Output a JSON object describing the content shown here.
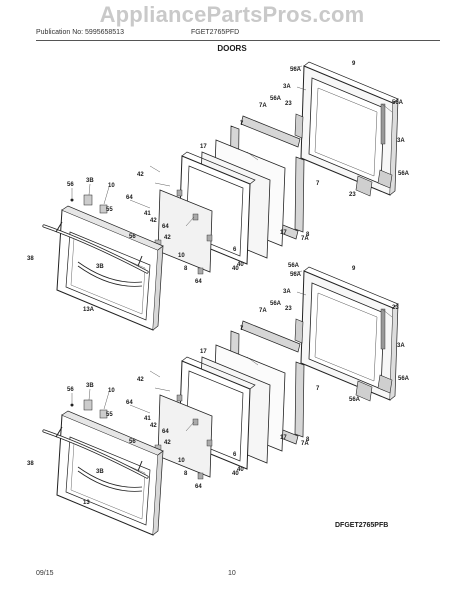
{
  "watermark": "AppliancePartsPros.com",
  "header": {
    "publication": "Publication No: 5995658513",
    "model": "FGET2765PFD"
  },
  "title": "DOORS",
  "diagram_code": "DFGET2765PFB",
  "footer": {
    "date": "09/15",
    "page": "10"
  },
  "callouts": {
    "top": [
      "56A",
      "9",
      "3A",
      "56A",
      "23",
      "7A",
      "7",
      "17",
      "23",
      "56A",
      "3A",
      "56A",
      "7",
      "8",
      "17",
      "7A",
      "40",
      "42",
      "3B",
      "10",
      "56",
      "64",
      "55",
      "41",
      "42",
      "64",
      "42",
      "6",
      "56",
      "38",
      "10",
      "3B",
      "64",
      "8",
      "40",
      "13A",
      "56A"
    ],
    "bottom": [
      "56A",
      "9",
      "3A",
      "56A",
      "23",
      "7A",
      "7",
      "17",
      "56A",
      "23",
      "3A",
      "56A",
      "7",
      "8",
      "17",
      "7A",
      "40",
      "42",
      "3B",
      "10",
      "56",
      "64",
      "55",
      "41",
      "42",
      "64",
      "42",
      "6",
      "56",
      "38",
      "10",
      "3B",
      "64",
      "8",
      "40",
      "13"
    ]
  }
}
